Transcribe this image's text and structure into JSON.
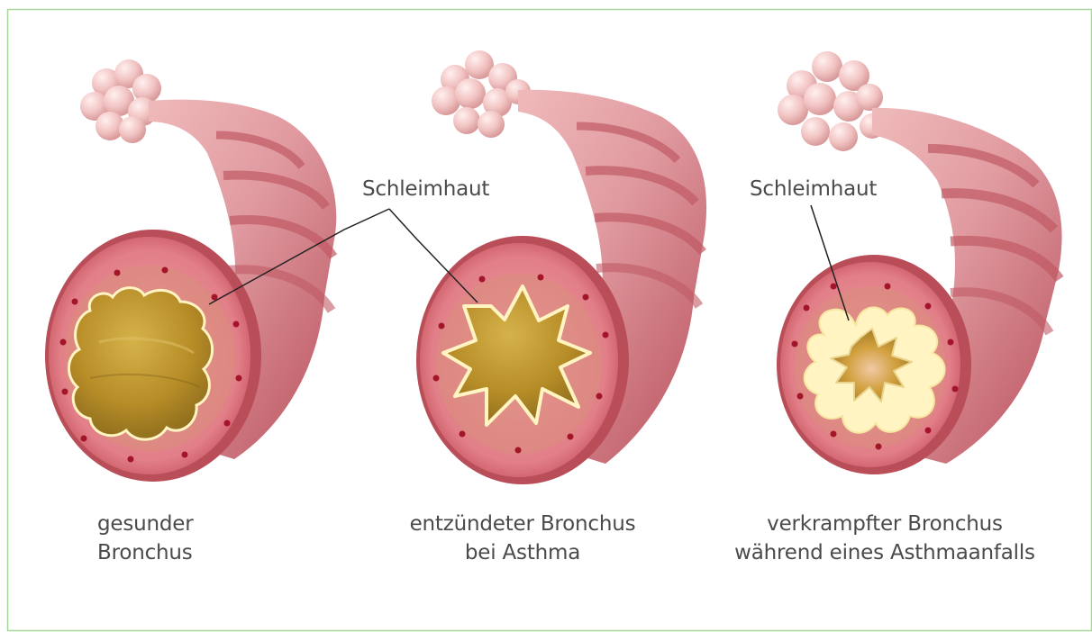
{
  "frame": {
    "border_color": "#a9d79b"
  },
  "colors": {
    "wall_dark": "#c8606a",
    "wall_light": "#eaa7aa",
    "ring_face": "#e58d93",
    "ring_rim": "#b84e58",
    "mucosa_outline": "#fff5c8",
    "lumen": "#b38a24",
    "alveoli": "#f4c9c8",
    "dots": "#a3162a"
  },
  "annotations": {
    "left": "Schleimhaut",
    "right": "Schleimhaut"
  },
  "captions": {
    "healthy": {
      "line1": "gesunder",
      "line2": "Bronchus"
    },
    "inflamed": {
      "line1": "entzündeter Bronchus",
      "line2": "bei Asthma"
    },
    "spasm": {
      "line1": "verkrampfter Bronchus",
      "line2": "während eines Asthmaanfalls"
    }
  }
}
